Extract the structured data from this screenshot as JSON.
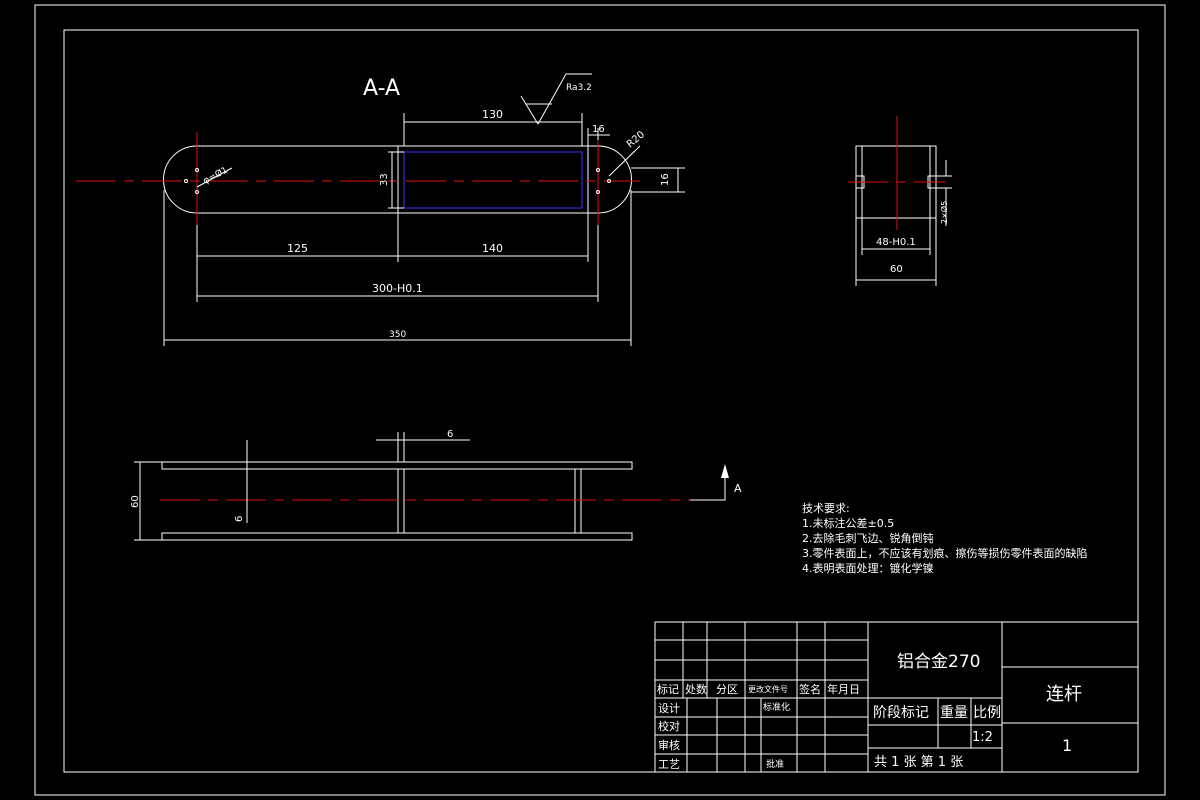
{
  "section_title": "A-A",
  "roughness": "Ra3.2",
  "dims": {
    "d130": "130",
    "d16a": "16",
    "r20": "R20",
    "phi": "φ=Ø1",
    "d33": "33",
    "d16b": "16",
    "d125": "125",
    "d140": "140",
    "d300": "300-H0.1",
    "d350": "350",
    "d48": "48-H0.1",
    "d60a": "60",
    "d2phi": "2×Ø5",
    "d6a": "6",
    "d60b": "60",
    "d6b": "6",
    "arrow_a": "A"
  },
  "tech_requirements": {
    "heading": "技术要求:",
    "items": [
      "1.未标注公差±0.5",
      "2.去除毛刺飞边、锐角倒钝",
      "3.零件表面上，不应该有划痕、擦伤等损伤零件表面的缺陷",
      "4.表明表面处理：镀化学镍"
    ]
  },
  "title_block": {
    "material": "铝合金270",
    "part_name": "连杆",
    "drawing_no": "1",
    "headers": [
      "标记",
      "处数",
      "分区",
      "更改文件号",
      "签名",
      "年月日"
    ],
    "rows": [
      "设计",
      "校对",
      "审核",
      "工艺"
    ],
    "standardization": "标准化",
    "approve": "批准",
    "stage_mark": "阶段标记",
    "weight": "重量",
    "scale_label": "比例",
    "scale_value": "1:2",
    "sheets": "共 1 张 第 1 张"
  }
}
